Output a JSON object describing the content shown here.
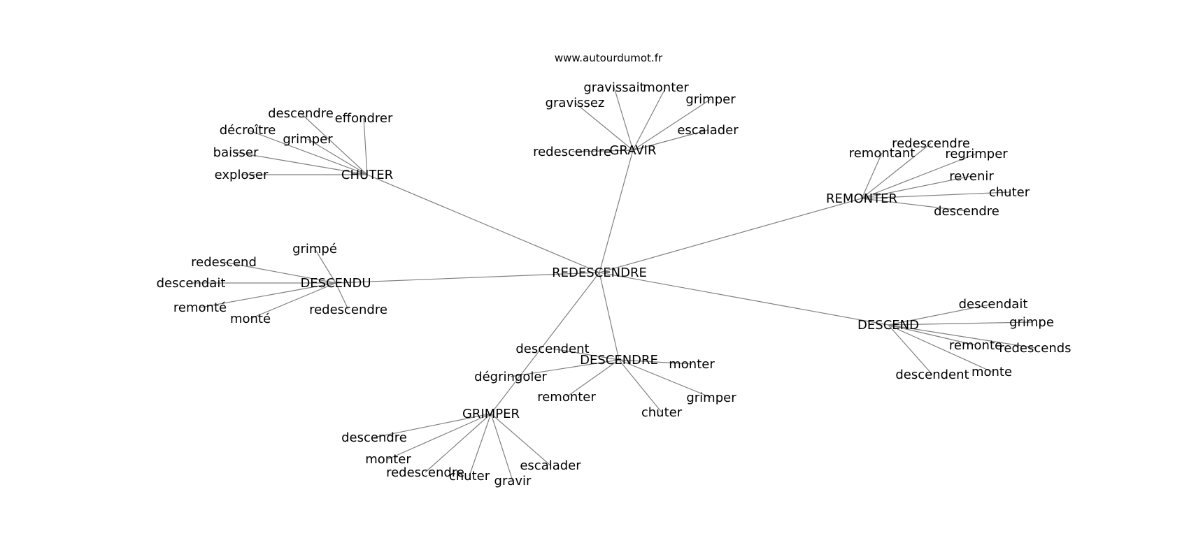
{
  "site": "www.autourdumot.fr",
  "edge_color": "#808080",
  "center": "REDESCENDRE",
  "hubs": [
    {
      "id": "chuter",
      "label": "CHUTER",
      "leaves": [
        "descendre",
        "effondrer",
        "décroître",
        "grimper",
        "baisser",
        "exploser"
      ]
    },
    {
      "id": "gravir",
      "label": "GRAVIR",
      "leaves": [
        "gravissait",
        "monter",
        "gravissez",
        "grimper",
        "escalader",
        "redescendre"
      ]
    },
    {
      "id": "remonter",
      "label": "REMONTER",
      "leaves": [
        "redescendre",
        "remontant",
        "regrimper",
        "revenir",
        "chuter",
        "descendre"
      ]
    },
    {
      "id": "descendu",
      "label": "DESCENDU",
      "leaves": [
        "grimpé",
        "redescend",
        "descendait",
        "remonté",
        "monté",
        "redescendre"
      ]
    },
    {
      "id": "descend",
      "label": "DESCEND",
      "leaves": [
        "descendait",
        "grimpe",
        "remonte",
        "redescends",
        "descendent",
        "monte"
      ]
    },
    {
      "id": "descendre",
      "label": "DESCENDRE",
      "leaves": [
        "descendent",
        "monter",
        "dégringoler",
        "remonter",
        "grimper",
        "chuter"
      ]
    },
    {
      "id": "grimper",
      "label": "GRIMPER",
      "leaves": [
        "descendre",
        "monter",
        "escalader",
        "redescendre",
        "chuter",
        "gravir"
      ]
    }
  ]
}
